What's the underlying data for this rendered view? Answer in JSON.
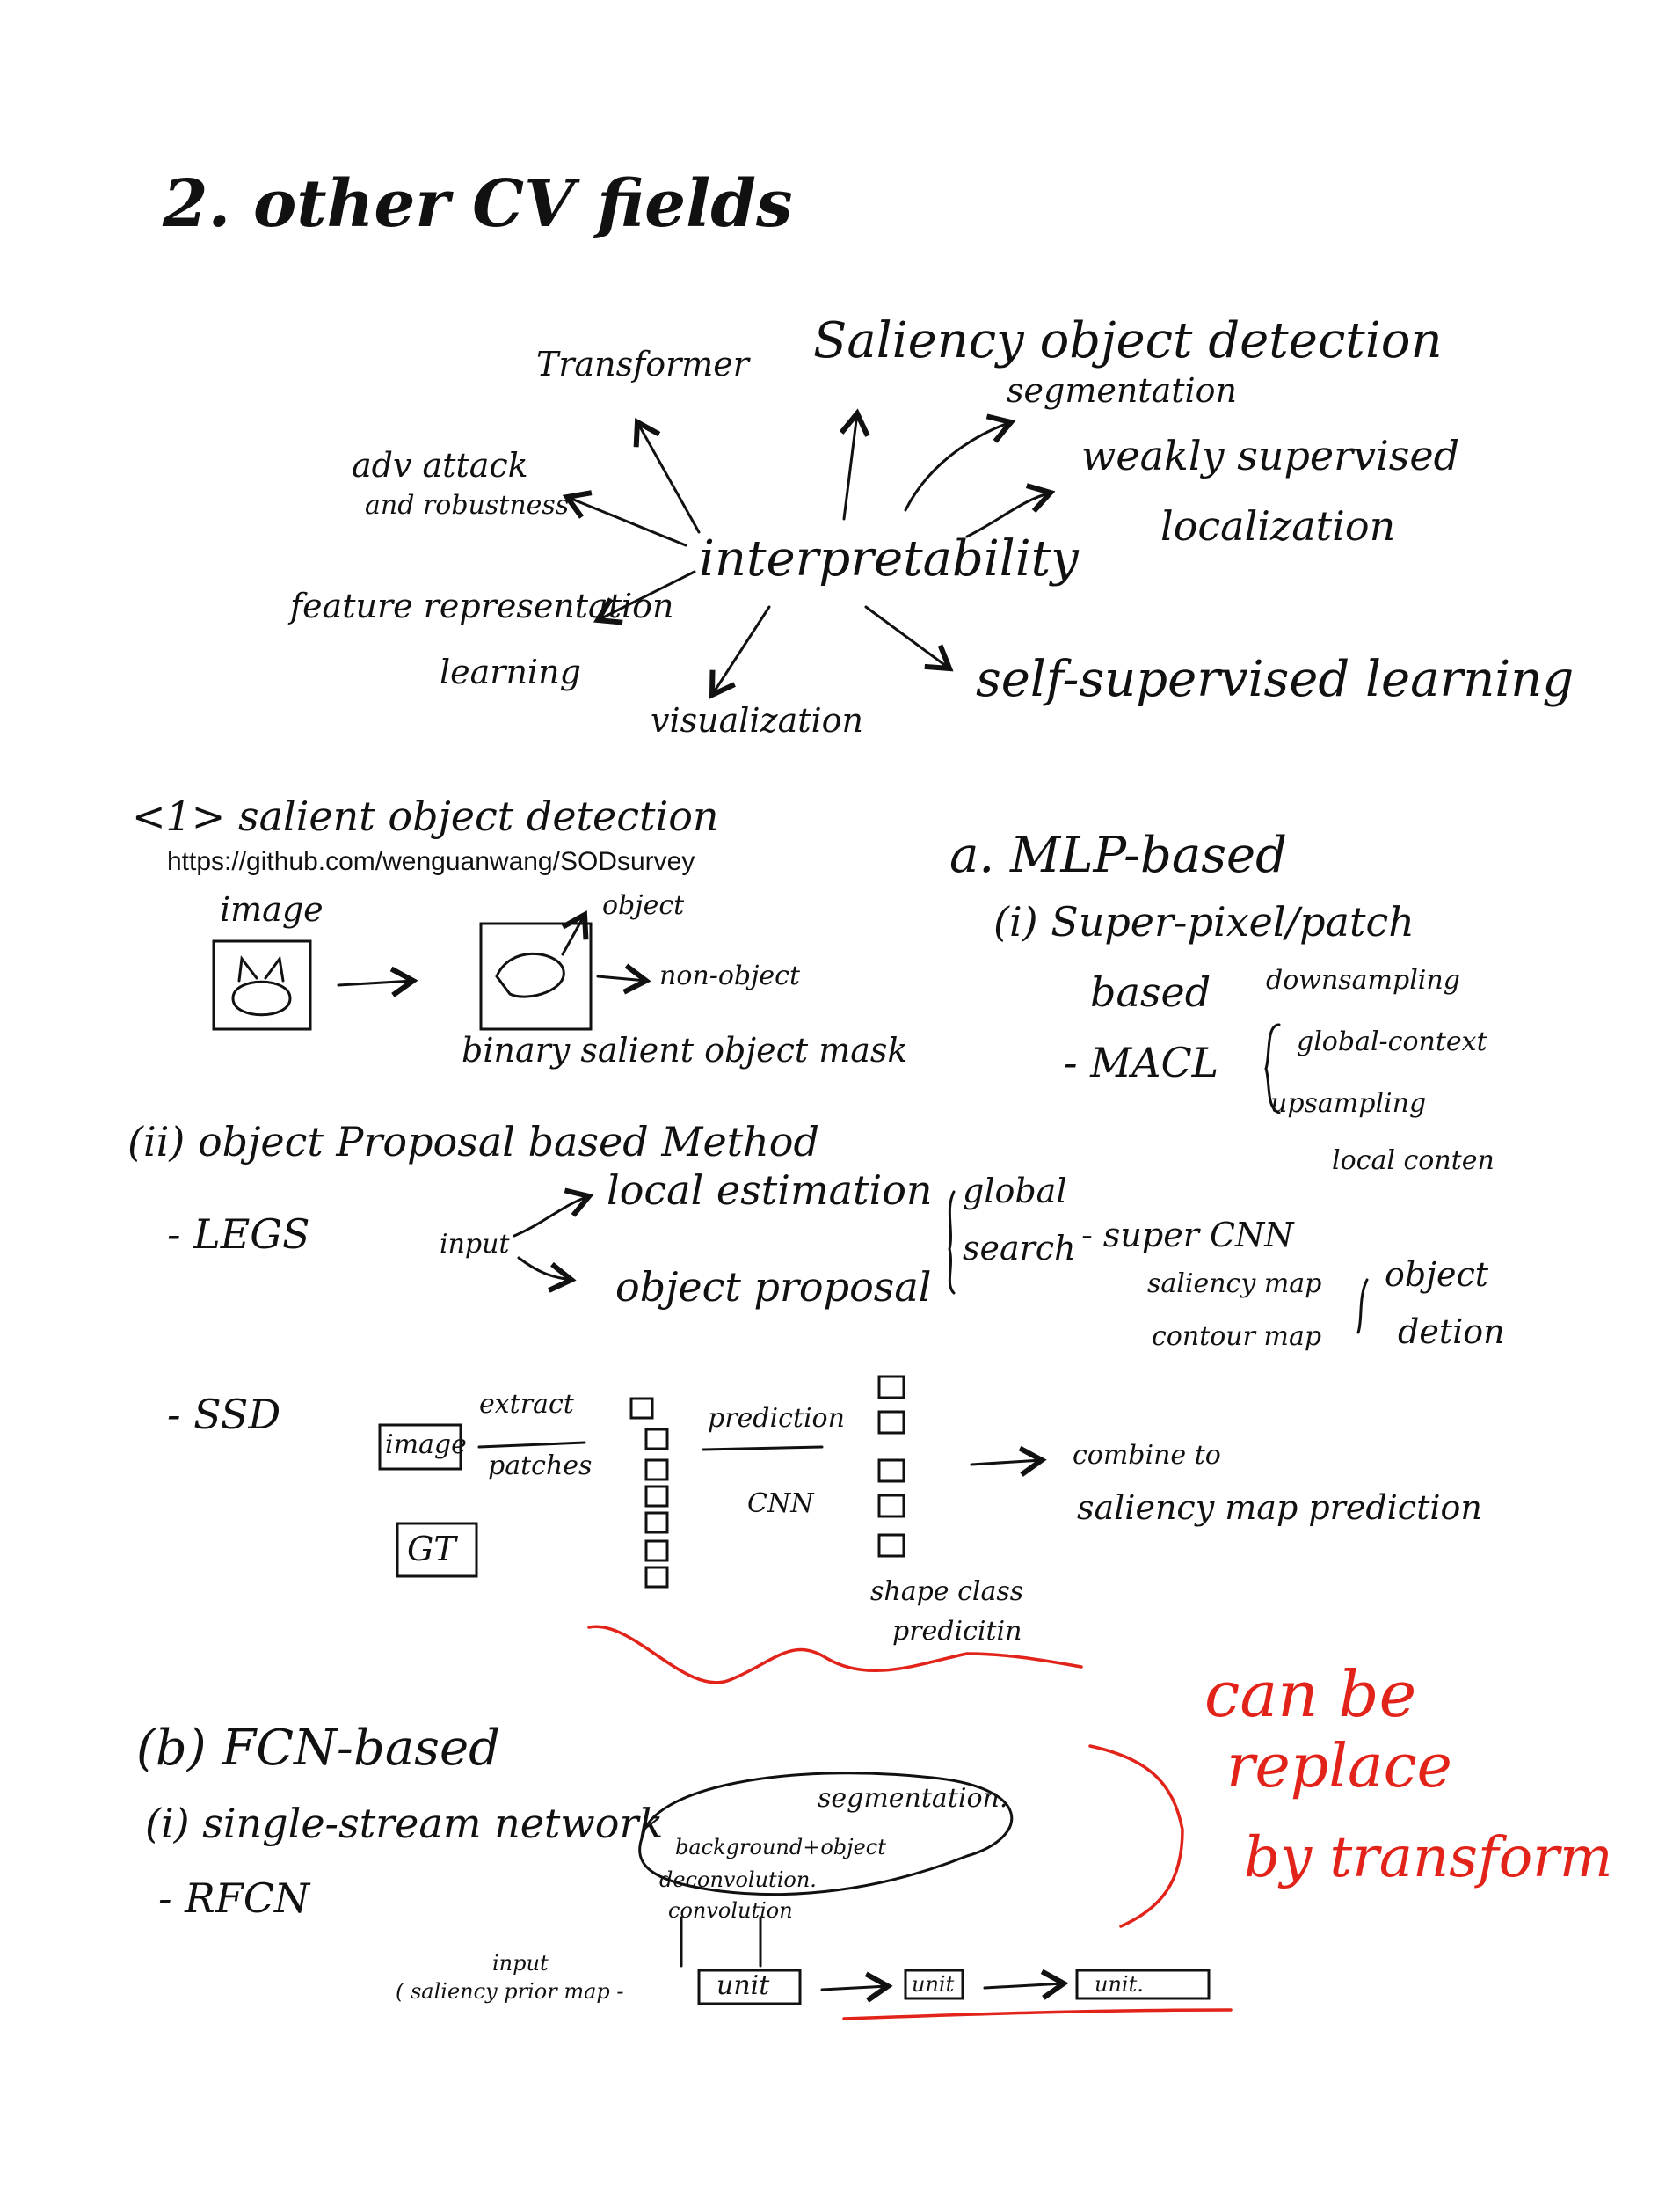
{
  "title": "2. other CV fields",
  "mindmap": {
    "center": "interpretability",
    "transformer": "Transformer",
    "saliency": "Saliency object detection",
    "segmentation": "segmentation",
    "weakly": "weakly supervised",
    "localization": "localization",
    "adv_attack": "adv attack",
    "robustness": "and robustness",
    "feature": "feature representation",
    "learning": "learning",
    "visualization": "visualization",
    "self_supervised": "self-supervised learning"
  },
  "sod": {
    "heading": "<1> salient object detection",
    "url": "https://github.com/wenguanwang/SODsurvey",
    "image_label": "image",
    "object_label": "object",
    "non_object_label": "non-object",
    "mask_label": "binary salient object mask"
  },
  "mlp": {
    "heading": "a. MLP-based",
    "sub1": "(i) Super-pixel/patch",
    "sub1b": "based",
    "downsampling": "downsampling",
    "mac": "- MACL",
    "global_context": "global-context",
    "upsampling": "upsampling",
    "local_context": "local conten"
  },
  "proposal": {
    "heading": "(ii) object Proposal based Method",
    "legs": "- LEGS",
    "input": "input",
    "local_estimation": "local estimation",
    "object_proposal": "object proposal",
    "global": "global",
    "search": "search",
    "super_cnn": "- super CNN",
    "saliency_map": "saliency map",
    "contour_map": "contour map",
    "object_detection_1": "object",
    "object_detection_2": "detion"
  },
  "ssd": {
    "label": "- SSD",
    "image": "image",
    "gt": "GT",
    "extract": "extract",
    "patches": "patches",
    "prediction": "prediction",
    "cnn": "CNN",
    "shape_class": "shape class",
    "predicition": "predicitin",
    "combine": "combine to",
    "saliency_pred": "saliency map prediction"
  },
  "fcn": {
    "heading": "(b) FCN-based",
    "single": "(i) single-stream network",
    "rfcn": "- RFCN",
    "segmentation": "segmentation.",
    "background": "background+object",
    "deconvolution": "deconvolution.",
    "convolution": "convolution",
    "input": "input",
    "saliency_prior": "( saliency prior map -",
    "unit1": "unit",
    "unit2": "unit",
    "unit3": "unit."
  },
  "annotation": {
    "line1": "can be",
    "line2": "replace",
    "line3": "by transform"
  },
  "colors": {
    "ink": "#111111",
    "red": "#e2231a"
  }
}
